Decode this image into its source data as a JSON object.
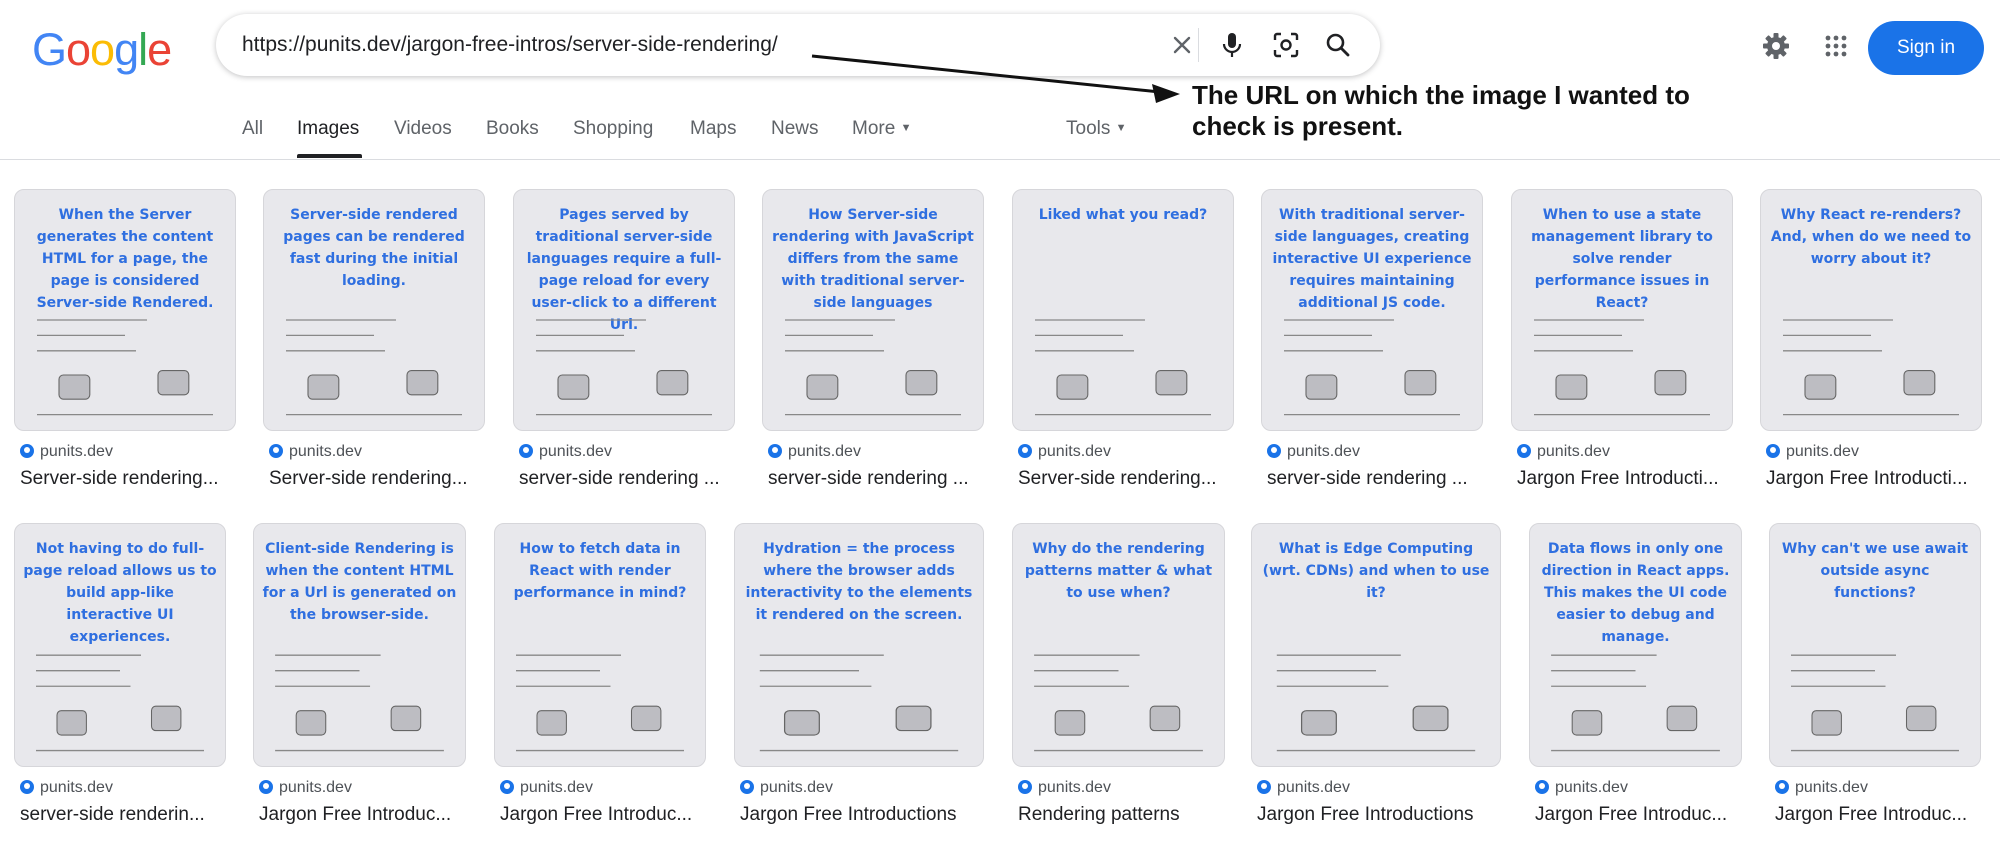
{
  "logo": {
    "letters": [
      "G",
      "o",
      "o",
      "g",
      "l",
      "e"
    ],
    "colors": [
      "#4285f4",
      "#ea4335",
      "#fbbc05",
      "#4285f4",
      "#34a853",
      "#ea4335"
    ]
  },
  "search": {
    "value": "https://punits.dev/jargon-free-intros/server-side-rendering/"
  },
  "header": {
    "signin_label": "Sign in"
  },
  "annotation": {
    "text": "The URL on which the image I wanted to check is present."
  },
  "tabs": [
    {
      "label": "All"
    },
    {
      "label": "Images"
    },
    {
      "label": "Videos"
    },
    {
      "label": "Books"
    },
    {
      "label": "Shopping"
    },
    {
      "label": "Maps"
    },
    {
      "label": "News"
    },
    {
      "label": "More"
    }
  ],
  "tools_label": "Tools",
  "accent_color": "#1a73e8",
  "results_row1": [
    {
      "title": "When the Server generates the content HTML for a page, the page is considered Server-side Rendered.",
      "source": "punits.dev",
      "caption": "Server-side rendering..."
    },
    {
      "title": "Server-side rendered pages can be rendered fast during the initial loading.",
      "source": "punits.dev",
      "caption": "Server-side rendering..."
    },
    {
      "title": "Pages served by traditional server-side languages require a full-page reload for every user-click to a different Url.",
      "source": "punits.dev",
      "caption": "server-side rendering ..."
    },
    {
      "title": "How Server-side rendering with JavaScript differs from the same with traditional server-side languages",
      "source": "punits.dev",
      "caption": "server-side rendering ..."
    },
    {
      "title": "Liked what you read?",
      "source": "punits.dev",
      "caption": "Server-side rendering..."
    },
    {
      "title": "With traditional server-side languages, creating interactive UI experience requires maintaining additional JS code.",
      "source": "punits.dev",
      "caption": "server-side rendering ..."
    },
    {
      "title": "When to use a state management library to solve render performance issues in React?",
      "source": "punits.dev",
      "caption": "Jargon Free Introducti..."
    },
    {
      "title": "Why React re-renders? And, when do we need to worry about it?",
      "source": "punits.dev",
      "caption": "Jargon Free Introducti..."
    }
  ],
  "results_row2": [
    {
      "title": "Not having to do full-page reload allows us to build app-like interactive UI experiences.",
      "source": "punits.dev",
      "caption": "server-side renderin..."
    },
    {
      "title": "Client-side Rendering is when the content HTML for a Url is generated on the browser-side.",
      "source": "punits.dev",
      "caption": "Jargon Free Introduc..."
    },
    {
      "title": "How to fetch data in React with render performance in mind?",
      "source": "punits.dev",
      "caption": "Jargon Free Introduc..."
    },
    {
      "title": "Hydration = the process where the browser adds interactivity to the elements it rendered on the screen.",
      "source": "punits.dev",
      "caption": "Jargon Free Introductions"
    },
    {
      "title": "Why do the rendering patterns matter & what to use when?",
      "source": "punits.dev",
      "caption": "Rendering patterns"
    },
    {
      "title": "What is Edge Computing (wrt. CDNs) and when to use it?",
      "source": "punits.dev",
      "caption": "Jargon Free Introductions"
    },
    {
      "title": "Data flows in only one direction in React apps. This makes the UI code easier to debug and manage.",
      "source": "punits.dev",
      "caption": "Jargon Free Introduc..."
    },
    {
      "title": "Why can't we use await outside async functions?",
      "source": "punits.dev",
      "caption": "Jargon Free Introduc..."
    }
  ]
}
